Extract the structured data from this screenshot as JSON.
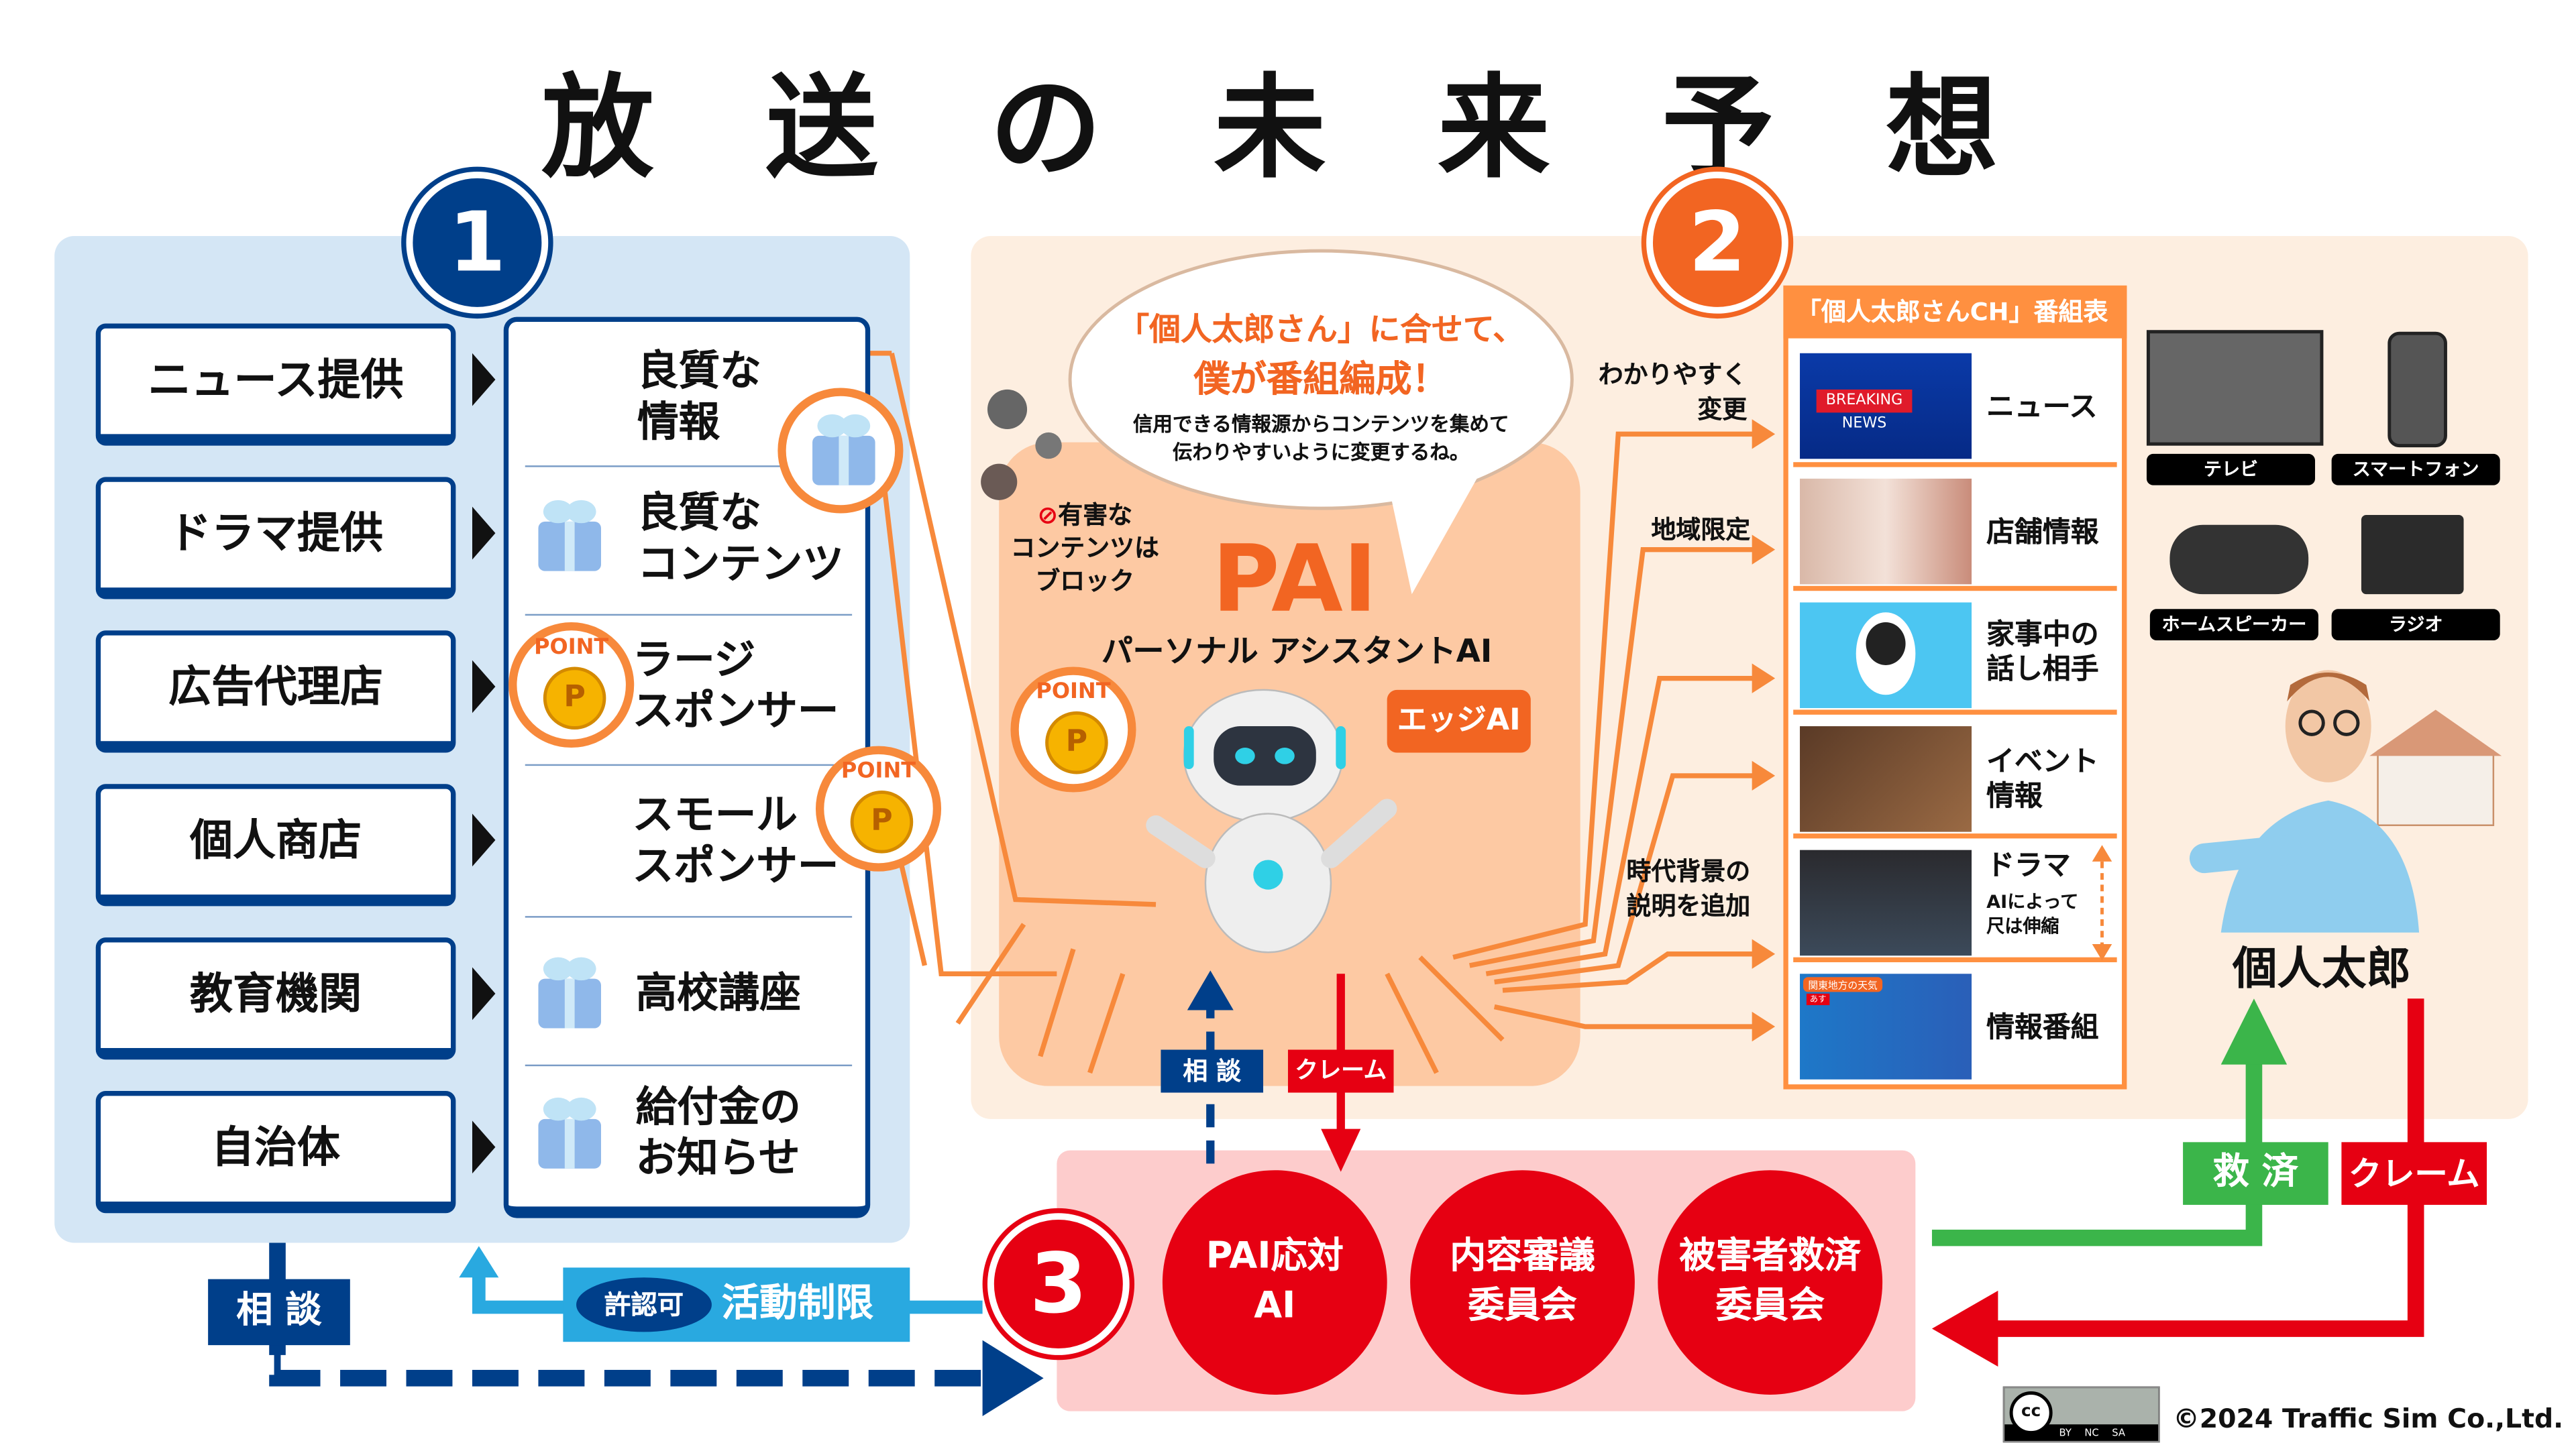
{
  "title": "放 送 の 未 来 予 想",
  "section_numbers": [
    "1",
    "2",
    "3"
  ],
  "colors": {
    "navy": "#003f8a",
    "orange": "#f26522",
    "red": "#e60012",
    "green": "#3bb54a",
    "light_blue": "#29a9e0"
  },
  "section1": {
    "providers": [
      "ニュース提供",
      "ドラマ提供",
      "広告代理店",
      "個人商店",
      "教育機関",
      "自治体"
    ],
    "contents": [
      {
        "line1": "良質な",
        "line2": "情報"
      },
      {
        "line1": "良質な",
        "line2": "コンテンツ"
      },
      {
        "line1": "ラージ",
        "line2": "スポンサー"
      },
      {
        "line1": "スモール",
        "line2": "スポンサー"
      },
      {
        "line1": "高校講座",
        "line2": ""
      },
      {
        "line1": "給付金の",
        "line2": "お知らせ"
      }
    ],
    "point_label": "POINT",
    "coin_letter": "P"
  },
  "section2": {
    "bubble": {
      "line1": "「個人太郎さん」に合せて、",
      "line2": "僕が番組編成！",
      "line3": "信用できる情報源からコンテンツを集めて",
      "line4": "伝わりやすいように変更するね。"
    },
    "harmful": {
      "line1": "有害な",
      "line2": "コンテンツは",
      "line3": "ブロック"
    },
    "pai_title": "PAI",
    "pai_subtitle": "パーソナル アシスタントAI",
    "edge_ai": "エッジAI",
    "point_label": "POINT",
    "labels": {
      "easy1": "わかりやすく",
      "easy2": "変更",
      "local": "地域限定",
      "era1": "時代背景の",
      "era2": "説明を追加"
    },
    "schedule": {
      "header": "「個人太郎さんCH」番組表",
      "rows": [
        {
          "l1": "ニュース",
          "l2": "",
          "thumb": "BREAKING NEWS"
        },
        {
          "l1": "店舗情報",
          "l2": ""
        },
        {
          "l1": "家事中の",
          "l2": "話し相手"
        },
        {
          "l1": "イベント",
          "l2": "情報"
        },
        {
          "l1": "ドラマ",
          "l2": "AIによって",
          "l3": "尺は伸縮"
        },
        {
          "l1": "情報番組",
          "l2": "",
          "thumb": "関東地方の天気",
          "badge": "あす"
        }
      ]
    },
    "devices": [
      "テレビ",
      "スマートフォン",
      "ホームスピーカー",
      "ラジオ"
    ],
    "person": "個人太郎",
    "consult": "相 談",
    "claim": "クレーム"
  },
  "section3": {
    "circles": [
      {
        "l1": "PAI応対",
        "l2": "AI"
      },
      {
        "l1": "内容審議",
        "l2": "委員会"
      },
      {
        "l1": "被害者救済",
        "l2": "委員会"
      }
    ],
    "relief": "救 済",
    "claim": "クレーム"
  },
  "bottom": {
    "consult": "相 談",
    "license": "許認可",
    "restrict": "活動制限"
  },
  "license_badge": {
    "cc": "cc",
    "by": "BY",
    "nc": "NC",
    "sa": "SA"
  },
  "copyright": "©2024 Traffic Sim Co.,Ltd."
}
